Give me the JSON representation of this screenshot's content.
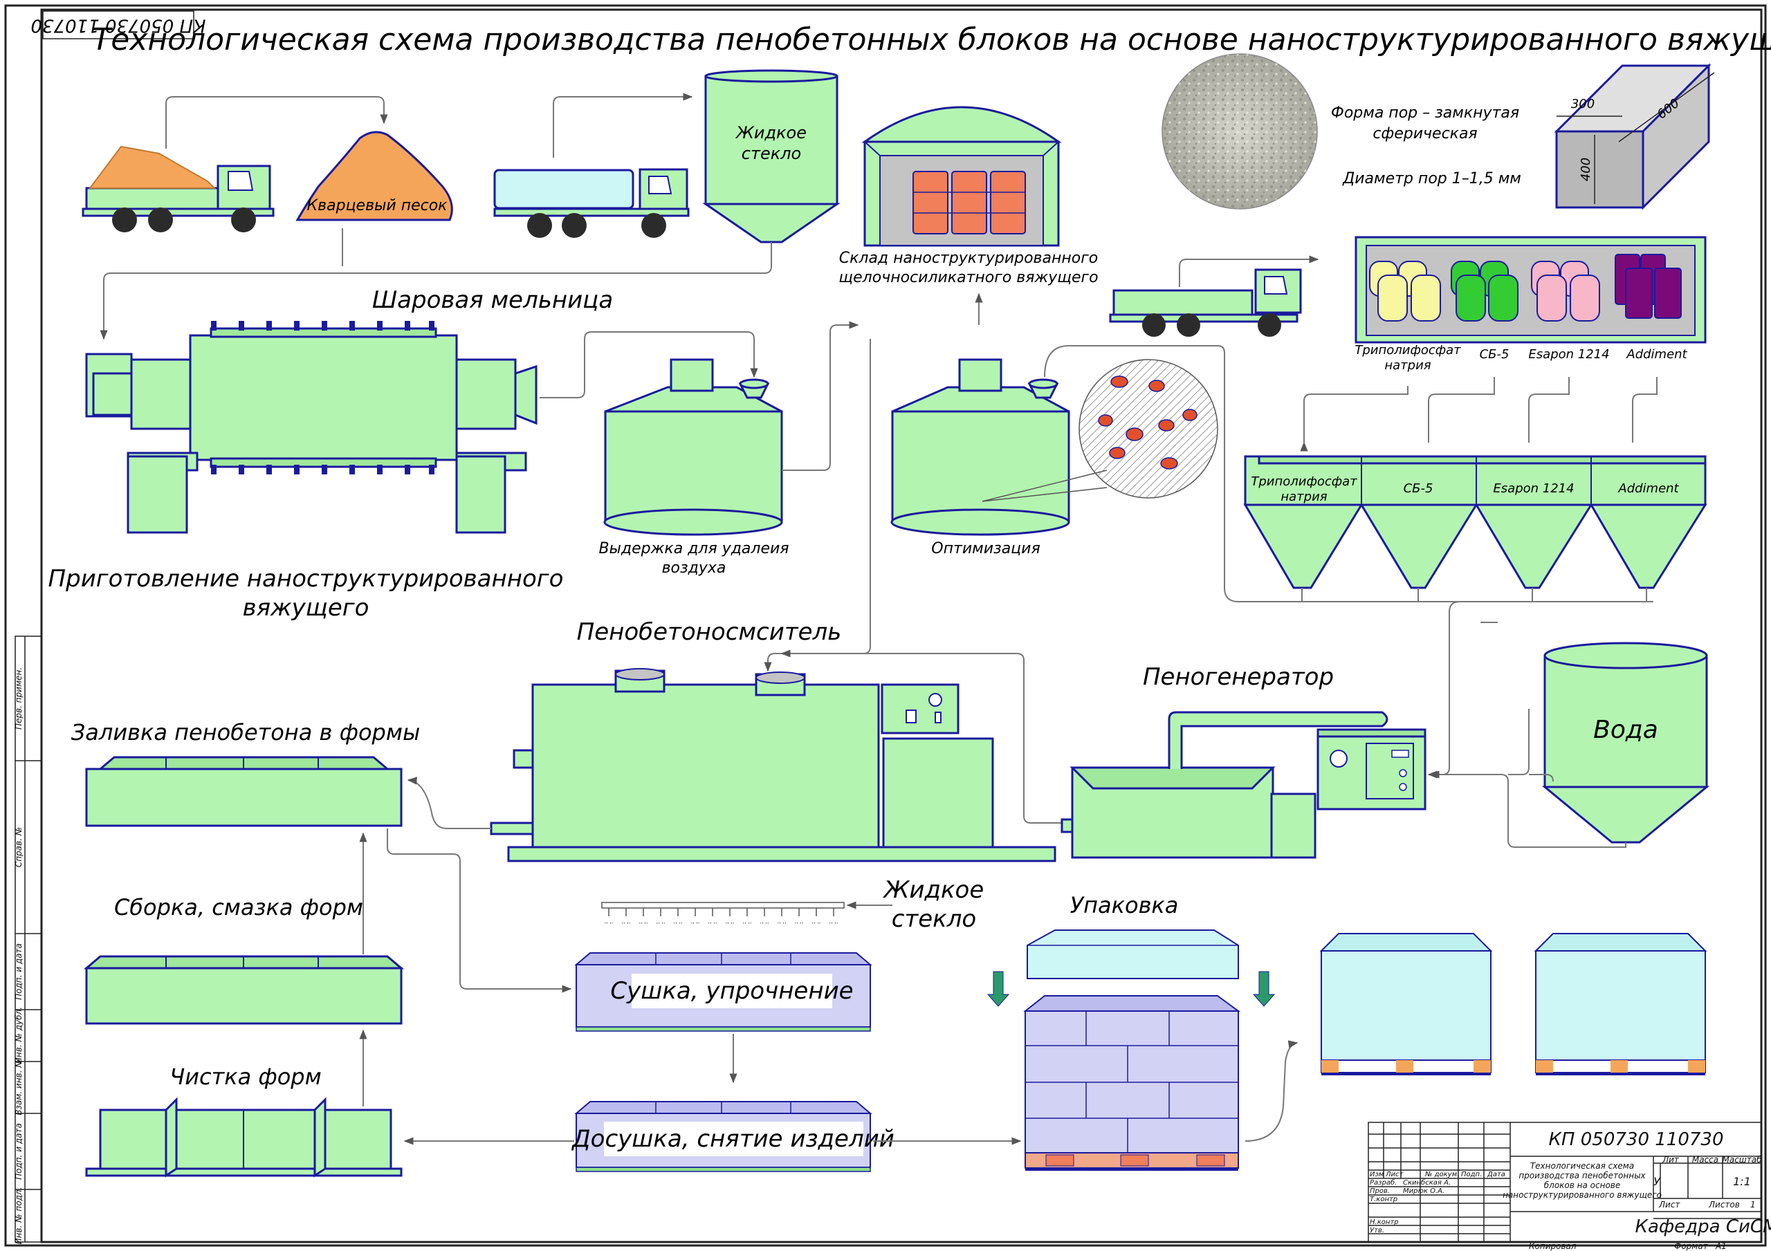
{
  "stamp_code_rotated": "КП 050730 110730",
  "title": "Технологическая схема производства пенобетонных блоков на основе наноструктурированного вяжущего",
  "labels": {
    "sand": "Кварцевый песок",
    "liquid_glass_silo_1": "Жидкое",
    "liquid_glass_silo_2": "стекло",
    "warehouse_1": "Склад наноструктурированного",
    "warehouse_2": "щелочносиликатного вяжущего",
    "pore_shape_1": "Форма пор – замкнутая",
    "pore_shape_2": "сферическая",
    "pore_diameter": "Диаметр пор 1–1,5 мм",
    "dim_300": "300",
    "dim_600": "600",
    "dim_400": "400",
    "ball_mill": "Шаровая мельница",
    "aging_1": "Выдержка для удалеия",
    "aging_2": "воздуха",
    "optimization": "Оптимизация",
    "binder_prep_1": "Приготовление наноструктурированного",
    "binder_prep_2": "вяжущего",
    "mixer": "Пенобетоносмситель",
    "foam_gen": "Пеногенератор",
    "water": "Вода",
    "pouring": "Заливка пенобетона в формы",
    "assembly": "Сборка, смазка форм",
    "cleaning": "Чистка форм",
    "liquid_glass_2_1": "Жидкое",
    "liquid_glass_2_2": "стекло",
    "drying": "Сушка, упрочнение",
    "final_drying": "Досушка, снятие изделий",
    "packing": "Упаковка"
  },
  "additives": {
    "a1_1": "Триполифосфат",
    "a1_2": "натрия",
    "a2": "СБ-5",
    "a3": "Esapon 1214",
    "a4": "Addiment"
  },
  "hoppers": {
    "h1_1": "Триполифосфат",
    "h1_2": "натрия",
    "h2": "СБ-5",
    "h3": "Esapon 1214",
    "h4": "Addiment"
  },
  "side_stamp": [
    "Перв. примен.",
    "Справ. №",
    "Подп. и дата",
    "Инв. № дубл.",
    "Взам. инв. №",
    "Подп. и дата",
    "Инв. № подл."
  ],
  "title_block": {
    "code": "КП 050730 110730",
    "doc_title_1": "Технологическая схема",
    "doc_title_2": "производства пенобетонных",
    "doc_title_3": "блоков на основе",
    "doc_title_4": "наноструктурированного вяжущего",
    "col_izm": "Изм",
    "col_list": "Лист",
    "col_doc": "№ докум.",
    "col_podp": "Подп.",
    "col_date": "Дата",
    "row_razrab": "Разраб.",
    "row_prov": "Пров.",
    "row_tkontr": "Т.контр",
    "row_nkontr": "Н.контр",
    "row_utv": "Утв.",
    "author": "Скинбская А.",
    "checker": "Мирюк О.А.",
    "lit": "Лит",
    "mass": "Масса",
    "scale": "Масштаб",
    "lit_val": "У",
    "scale_val": "1:1",
    "sheet": "Лист",
    "sheets": "Листов",
    "sheets_val": "1",
    "dept": "Кафедра СиСМ",
    "copied": "Копировал",
    "format": "Формат",
    "format_val": "А1"
  },
  "colors": {
    "equipment": "#b3f5b0",
    "outline": "#1a1a9e",
    "sand": "#f5a55a",
    "tank_truck": "#cdf6f6",
    "barrel": "#f07f5a",
    "drying_fill": "#d2d2f5",
    "pallet": "#f2a98a",
    "arrow_green": "#2a9a6a",
    "bag_yellow": "#f7f7a0",
    "bag_green": "#33cc33",
    "bag_pink": "#f7b7c8",
    "bag_purple": "#7a0a7a"
  }
}
